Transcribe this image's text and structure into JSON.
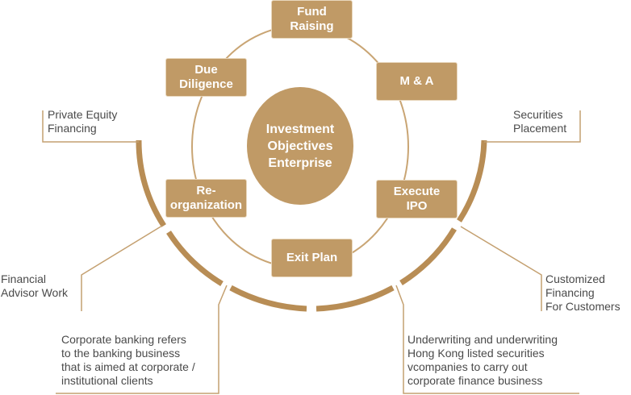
{
  "colors": {
    "accent": "#c09a66",
    "arc": "#b88d55",
    "line": "#c4a070",
    "text": "#4a4a4a"
  },
  "center": {
    "label": "Investment\nObjectives\nEnterprise"
  },
  "boxes": {
    "fund_raising": "Fund\nRaising",
    "ma": "M & A",
    "execute_ipo": "Execute\nIPO",
    "exit_plan": "Exit Plan",
    "reorganization": "Re-\norganization",
    "due_diligence": "Due\nDiligence"
  },
  "labels": {
    "private_equity": "Private Equity\nFinancing",
    "securities_placement": "Securities\nPlacement",
    "financial_advisor": "Financial\nAdvisor Work",
    "customized_financing": "Customized\nFinancing\nFor Customers",
    "corporate_banking": "Corporate banking refers\nto the banking business\nthat is aimed at corporate /\ninstitutional clients",
    "underwriting": "Underwriting and underwriting\nHong Kong listed securities\nvcompanies to carry out\ncorporate finance business"
  }
}
